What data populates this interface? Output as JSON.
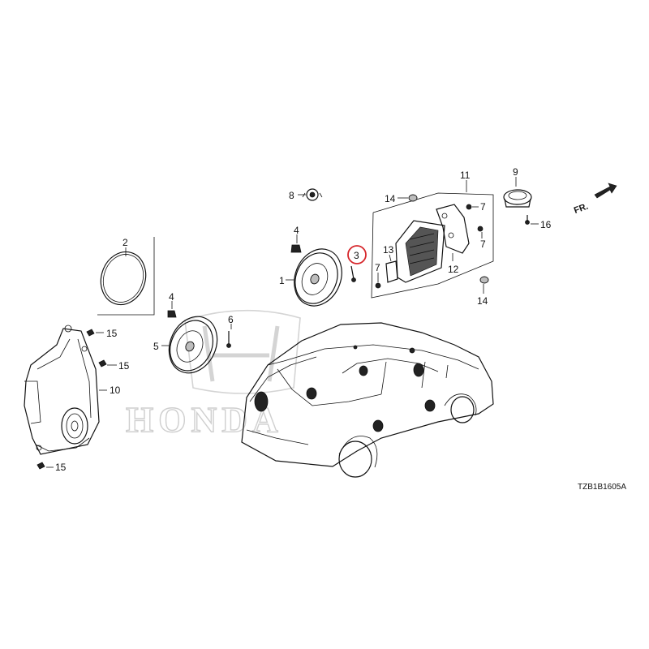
{
  "diagram": {
    "watermark_text": "HONDA",
    "direction_label": "FR.",
    "diagram_code": "TZB1B1605A",
    "callouts": {
      "c1": "1",
      "c2": "2",
      "c3": "3",
      "c4a": "4",
      "c4b": "4",
      "c5": "5",
      "c6": "6",
      "c7a": "7",
      "c7b": "7",
      "c7c": "7",
      "c8": "8",
      "c9": "9",
      "c10": "10",
      "c11": "11",
      "c12": "12",
      "c13": "13",
      "c14a": "14",
      "c14b": "14",
      "c15a": "15",
      "c15b": "15",
      "c15c": "15",
      "c16": "16"
    },
    "highlight_color": "#d6262b"
  }
}
